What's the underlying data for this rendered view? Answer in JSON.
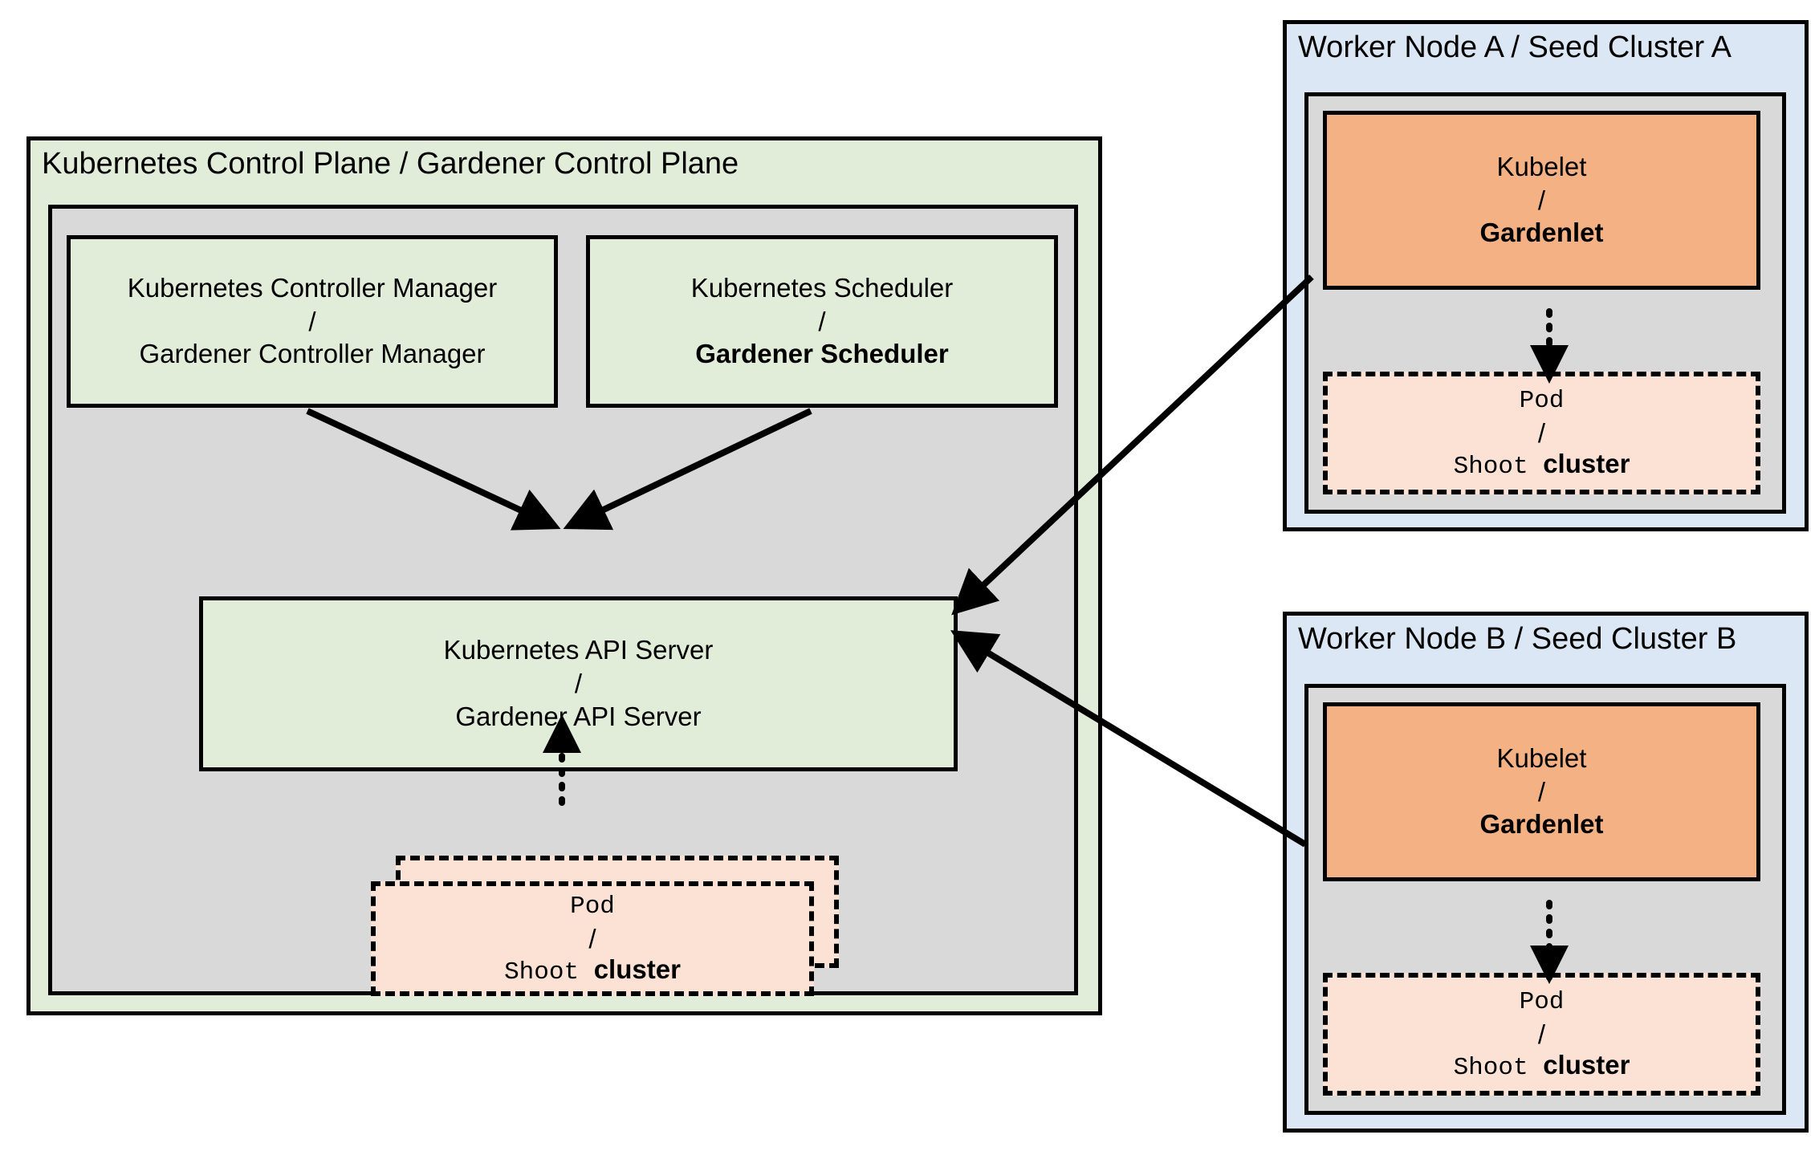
{
  "diagram": {
    "title": "Gardener architecture: Kubernetes Control Plane and Seed Clusters",
    "colors": {
      "control_plane_fill": "#E2EDD9",
      "inner_container_fill": "#D9D9D9",
      "worker_node_fill": "#DCE7F5",
      "kubelet_fill": "#F4B183",
      "pod_fill": "#FBE2D5",
      "stroke": "#000000"
    }
  },
  "control_plane": {
    "title": "Kubernetes Control Plane / Gardener Control Plane",
    "controller_manager": {
      "line1": "Kubernetes Controller Manager",
      "separator": "/",
      "line2": "Gardener Controller Manager"
    },
    "scheduler": {
      "line1": "Kubernetes Scheduler",
      "separator": "/",
      "line2": "Gardener Scheduler"
    },
    "api_server": {
      "line1": "Kubernetes API Server",
      "separator": "/",
      "line2": "Gardener API Server"
    },
    "pod": {
      "line1": "Pod",
      "separator": "/",
      "line2_mono": "Shoot",
      "line2_bold": "cluster"
    }
  },
  "worker_nodes": [
    {
      "title": "Worker Node A / Seed Cluster A",
      "kubelet": {
        "line1": "Kubelet",
        "separator": "/",
        "line2": "Gardenlet"
      },
      "pod": {
        "line1": "Pod",
        "separator": "/",
        "line2_mono": "Shoot",
        "line2_bold": "cluster"
      }
    },
    {
      "title": "Worker Node B / Seed Cluster B",
      "kubelet": {
        "line1": "Kubelet",
        "separator": "/",
        "line2": "Gardenlet"
      },
      "pod": {
        "line1": "Pod",
        "separator": "/",
        "line2_mono": "Shoot",
        "line2_bold": "cluster"
      }
    }
  ],
  "connections": [
    {
      "name": "controller-manager-to-api-server",
      "style": "solid",
      "from": "controller_manager",
      "to": "api_server"
    },
    {
      "name": "scheduler-to-api-server",
      "style": "solid",
      "from": "scheduler",
      "to": "api_server"
    },
    {
      "name": "control-plane-pod-to-api-server",
      "style": "dotted",
      "from": "pod",
      "to": "api_server"
    },
    {
      "name": "gardenlet-a-to-api-server",
      "style": "solid",
      "from": "worker_node_a_kubelet",
      "to": "api_server"
    },
    {
      "name": "gardenlet-b-to-api-server",
      "style": "solid",
      "from": "worker_node_b_kubelet",
      "to": "api_server"
    },
    {
      "name": "gardenlet-a-to-pod-a",
      "style": "dotted",
      "from": "worker_node_a_kubelet",
      "to": "worker_node_a_pod"
    },
    {
      "name": "gardenlet-b-to-pod-b",
      "style": "dotted",
      "from": "worker_node_b_kubelet",
      "to": "worker_node_b_pod"
    }
  ]
}
